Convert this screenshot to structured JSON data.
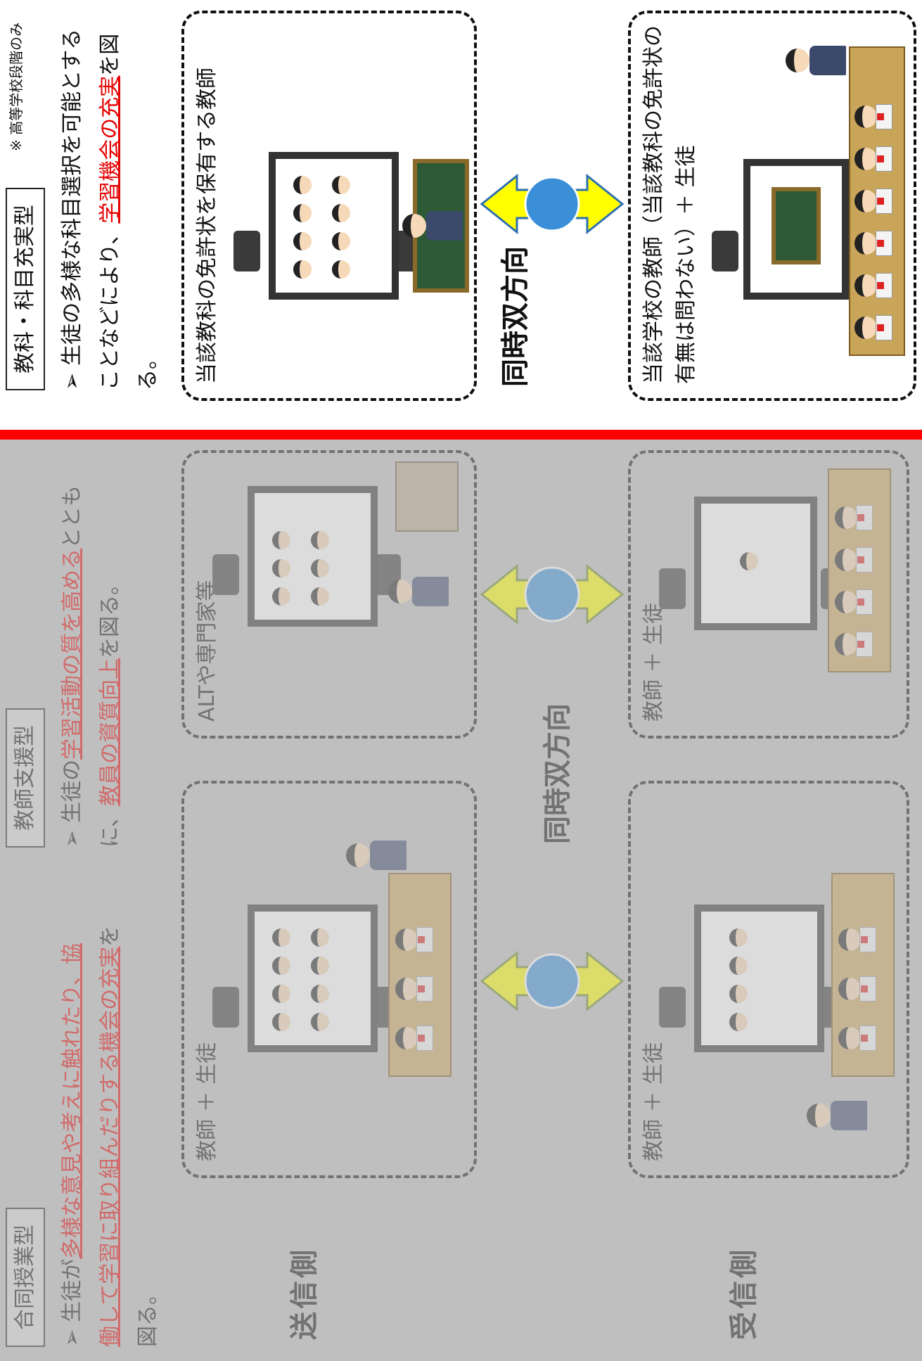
{
  "notice": "※ 高等学校段階のみ",
  "joint": {
    "tag": "合同授業型",
    "desc_pre": "生徒が",
    "desc_hl": "多様な意見や考えに触れたり、協働して学習に取り組んだりする機会の充実",
    "desc_post": "を図る。",
    "send_label": "教師 ＋ 生徒",
    "recv_label": "教師 ＋ 生徒"
  },
  "support": {
    "tag": "教師支援型",
    "desc_pre": "生徒の",
    "desc_hl1": "学習活動の質を高める",
    "desc_mid": "とともに、",
    "desc_hl2": "教員の資質向上",
    "desc_post": "を図る。",
    "send_label": "ALTや専門家等",
    "recv_label": "教師 ＋ 生徒"
  },
  "subject": {
    "tag": "教科・科目充実型",
    "desc_pre": "生徒の多様な科目選択を可能とすることなどにより、",
    "desc_hl": "学習機会の充実",
    "desc_post": "を図る。",
    "send_label": "当該教科の免許状を保有する教師",
    "recv_label": "当該学校の教師（当該教科の免許状の有無は問わない）＋ 生徒"
  },
  "sides": {
    "send": "送信側",
    "recv": "受信側"
  },
  "sync_label": "同時双方向",
  "colors": {
    "highlight": "#e60000",
    "divider": "#ff0000",
    "arrow": "#ffff00",
    "globe": "#3a8fd8"
  }
}
